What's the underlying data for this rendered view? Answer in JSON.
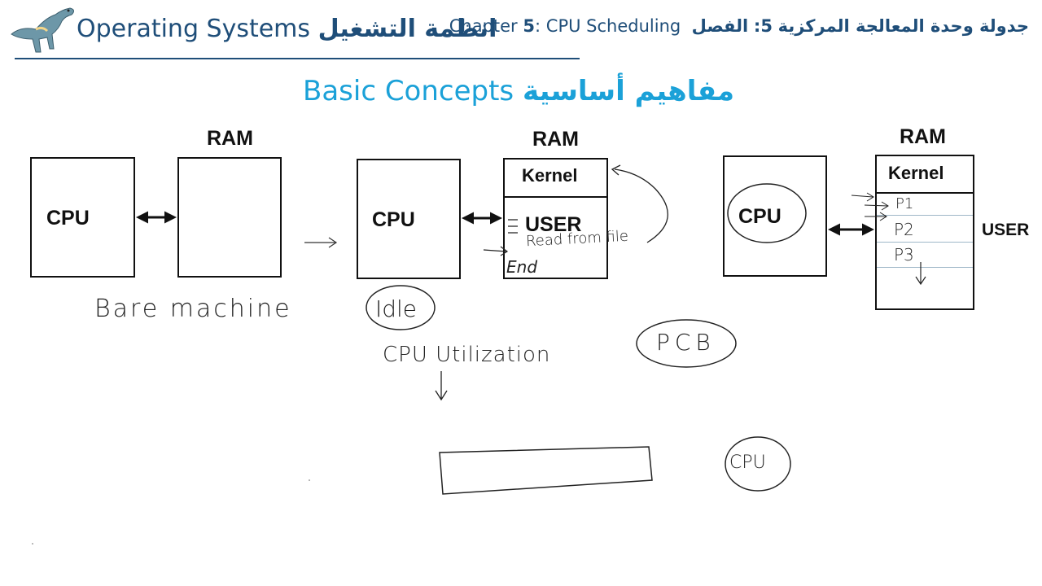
{
  "header": {
    "course_en": "Operating Systems",
    "course_ar": "انظمة التشغيل",
    "chapter_word": "Chapter",
    "chapter_num": "5",
    "chapter_en": "CPU Scheduling",
    "chapter_ar": "جدولة وحدة المعالجة المركزية",
    "chapter_ar_prefix": "الفصل",
    "colors": {
      "course": "#1f4e79",
      "title": "#1ba1d8"
    }
  },
  "slide": {
    "title_en": "Basic Concepts",
    "title_ar": "مفاهيم أساسية"
  },
  "diagram1": {
    "cpu": "CPU",
    "ram": "RAM",
    "note": "Bare machine"
  },
  "diagram2": {
    "cpu": "CPU",
    "ram": "RAM",
    "kernel": "Kernel",
    "user": "USER",
    "instr": "Read from file",
    "end": "End",
    "idle": "Idle",
    "utilization": "CPU Utilization"
  },
  "diagram3": {
    "cpu": "CPU",
    "ram": "RAM",
    "kernel": "Kernel",
    "user_side": "USER",
    "processes": [
      "P1",
      "P2",
      "P3"
    ],
    "pcb": "PCB",
    "cpu_small": "CPU"
  }
}
